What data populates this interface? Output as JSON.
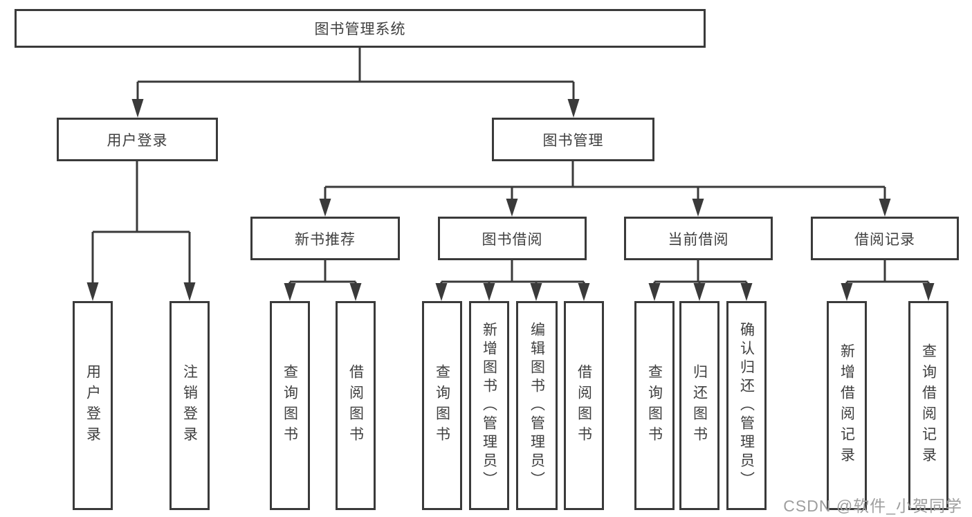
{
  "tree": {
    "root": {
      "label": "图书管理系统",
      "children": [
        {
          "label": "用户登录",
          "children": [
            {
              "label": "用户登录"
            },
            {
              "label": "注销登录"
            }
          ]
        },
        {
          "label": "图书管理",
          "children": [
            {
              "label": "新书推荐",
              "children": [
                {
                  "label": "查询图书"
                },
                {
                  "label": "借阅图书"
                }
              ]
            },
            {
              "label": "图书借阅",
              "children": [
                {
                  "label": "查询图书"
                },
                {
                  "label": "新增图书（管理员）"
                },
                {
                  "label": "编辑图书（管理员）"
                },
                {
                  "label": "借阅图书"
                }
              ]
            },
            {
              "label": "当前借阅",
              "children": [
                {
                  "label": "查询图书"
                },
                {
                  "label": "归还图书"
                },
                {
                  "label": "确认归还（管理员）"
                }
              ]
            },
            {
              "label": "借阅记录",
              "children": [
                {
                  "label": "新增借阅记录"
                },
                {
                  "label": "查询借阅记录"
                }
              ]
            }
          ]
        }
      ]
    }
  },
  "watermark": {
    "text": "CSDN @软件_小贺同学"
  },
  "colors": {
    "line": "#3a3a3a",
    "text": "#3f3f3f",
    "background": "#ffffff",
    "watermark": "#9e9e9e"
  }
}
